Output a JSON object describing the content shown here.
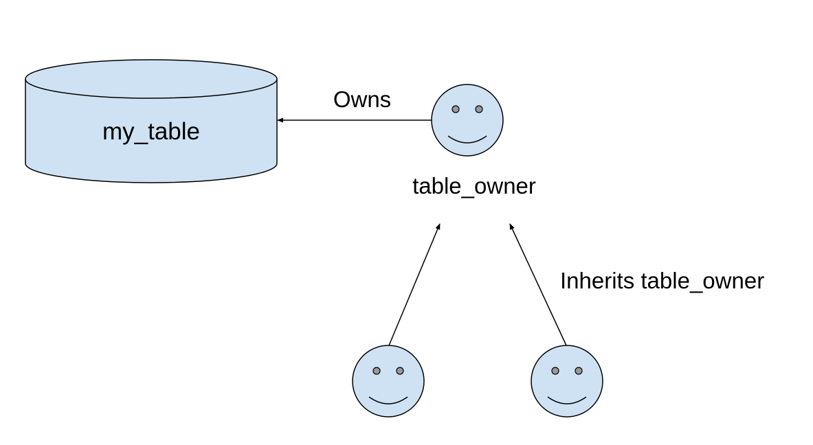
{
  "labels": {
    "table": "my_table",
    "owns": "Owns",
    "owner": "table_owner",
    "inherits": "Inherits table_owner"
  },
  "colors": {
    "fill": "#cfe2f3",
    "stroke": "#000000",
    "eye": "#999999"
  },
  "icons": [
    "database-icon",
    "smiley-face-icon"
  ]
}
